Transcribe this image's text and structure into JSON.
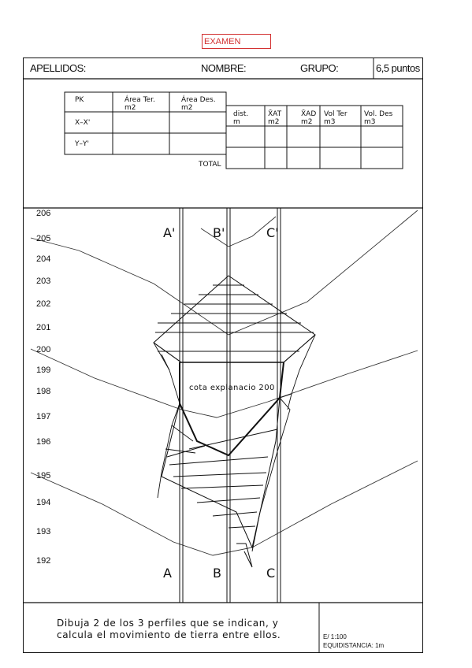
{
  "exam_label": "EXAMEN",
  "header": {
    "apellidos": "APELLIDOS:",
    "nombre": "NOMBRE:",
    "grupo": "GRUPO:",
    "puntos": "6,5 puntos"
  },
  "area_table": {
    "headers": [
      "PK",
      "Área Ter.",
      "Área Des."
    ],
    "subheaders": [
      "",
      "m2",
      "m2"
    ],
    "rows": [
      "X–X'",
      "Y–Y'"
    ]
  },
  "volume_table": {
    "headers": [
      "dist.",
      "X̄AT",
      "X̄AD",
      "Vol Ter",
      "Vol. Des"
    ],
    "subheaders": [
      "m",
      "m2",
      "m2",
      "m3",
      "m3"
    ],
    "total_label": "TOTAL"
  },
  "elevations": [
    "206",
    "205",
    "204",
    "203",
    "202",
    "201",
    "200",
    "199",
    "198",
    "197",
    "196",
    "195",
    "194",
    "193",
    "192"
  ],
  "profile_labels": {
    "top": [
      "A'",
      "B'",
      "C'"
    ],
    "bottom": [
      "A",
      "B",
      "C"
    ]
  },
  "platform_label": "cota explanacio 200",
  "instructions": {
    "line1": "Dibuja 2 de los 3 perfiles que se indican, y",
    "line2": "calcula el movimiento de tierra entre ellos."
  },
  "scale": "E/ 1:100",
  "equidistancia": "EQUIDISTANCIA: 1m"
}
